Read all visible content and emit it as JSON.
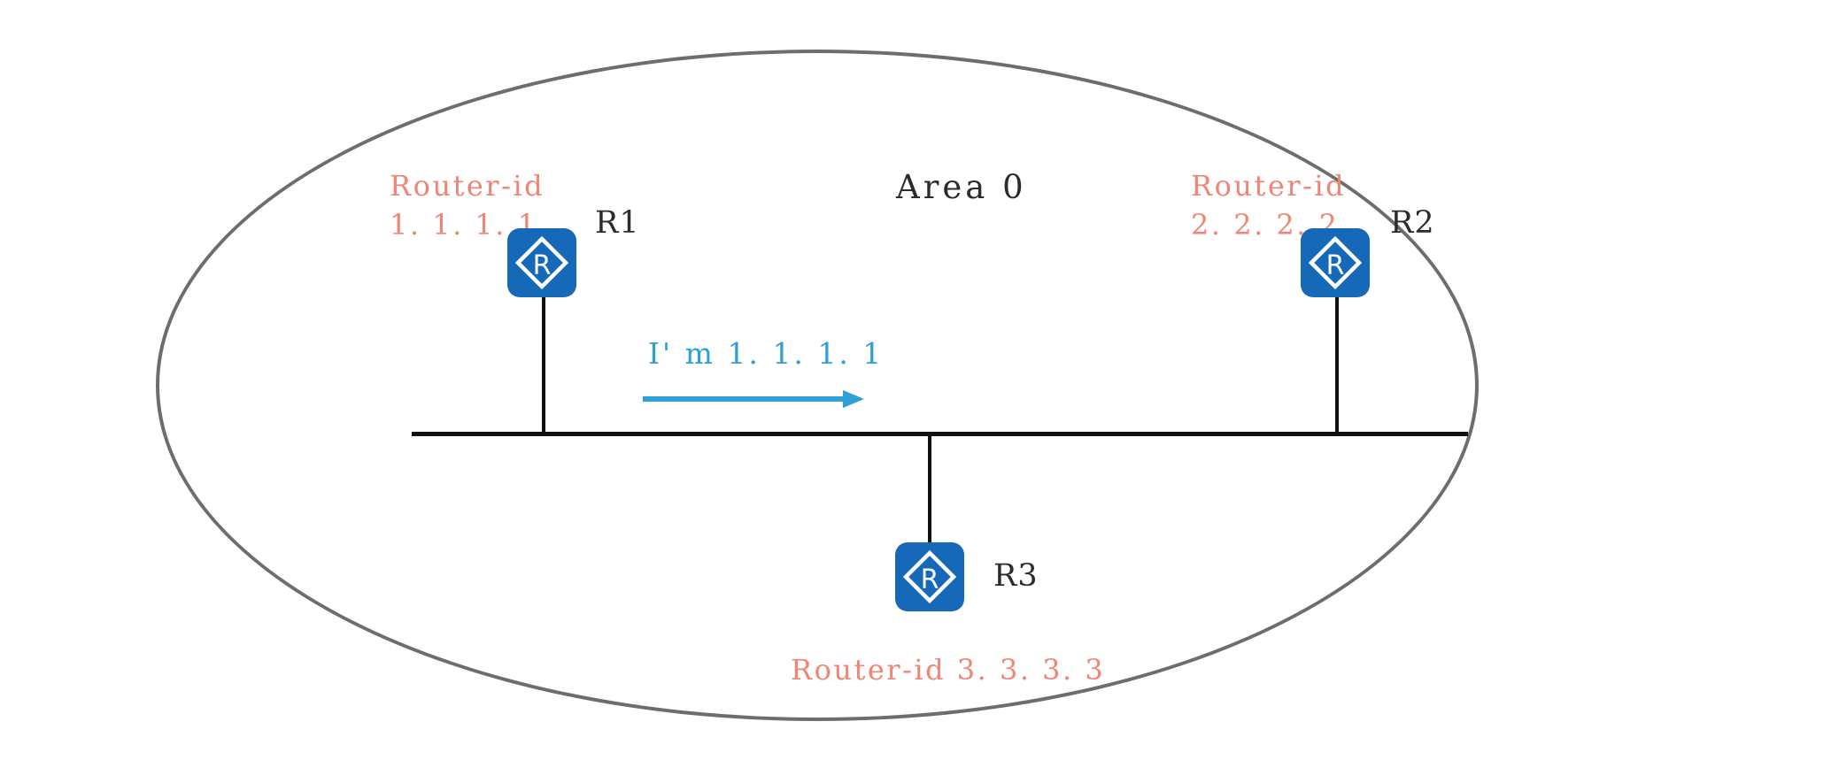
{
  "diagram": {
    "type": "network-topology",
    "protocol_context": "OSPF",
    "area_label": "Area 0",
    "ellipse": {
      "label": "Area 0",
      "stroke_color": "#6d6d6d"
    },
    "colors": {
      "router_fill": "#1668b8",
      "router_glyph": "#ffffff",
      "routerid_text": "#ef8575",
      "arrow": "#2f9fd8",
      "link": "#111111",
      "area_border": "#6d6d6d",
      "dark_text": "#2b2b2b"
    },
    "routers": [
      {
        "id": "r1",
        "name": "R1",
        "icon": "router-icon",
        "glyph": "R",
        "router_id_lines": [
          "Router-id",
          "1. 1. 1. 1"
        ]
      },
      {
        "id": "r2",
        "name": "R2",
        "icon": "router-icon",
        "glyph": "R",
        "router_id_lines": [
          "Router-id",
          "2. 2. 2. 2"
        ]
      },
      {
        "id": "r3",
        "name": "R3",
        "icon": "router-icon",
        "glyph": "R",
        "router_id_lines": [
          "Router-id 3. 3. 3. 3"
        ]
      }
    ],
    "annotation": {
      "text": "I' m 1. 1. 1. 1",
      "direction": "left-to-right",
      "arrow_icon": "arrow-right-icon",
      "color": "#2f9fd8"
    }
  }
}
